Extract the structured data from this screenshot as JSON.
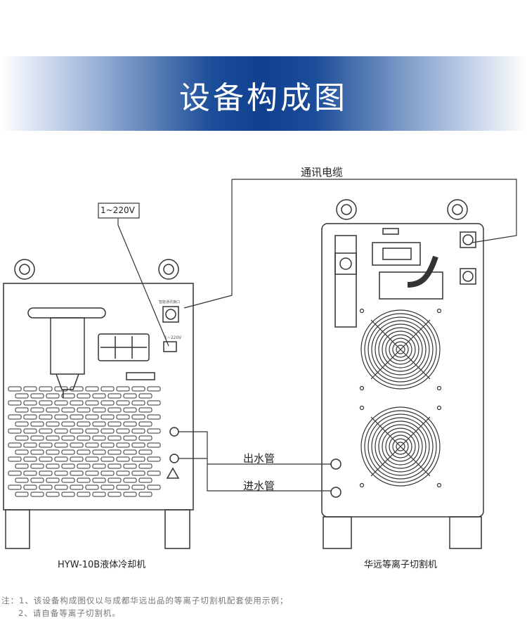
{
  "header": {
    "title": "设备构成图"
  },
  "labels": {
    "cable": "通讯电缆",
    "power": "1~220V",
    "water_out": "出水管",
    "water_in": "进水管",
    "comm_port": "智能通讯接口",
    "power_small": "1~220V"
  },
  "devices": [
    {
      "caption": "HYW-10B液体冷却机"
    },
    {
      "caption": "华远等离子切割机"
    }
  ],
  "notes": [
    "注：1、该设备构成图仅以与成都华远出品的等离子切割机配套使用示例；",
    "2、请自备等离子切割机。"
  ],
  "colors": {
    "band": "#0f3f8e",
    "line": "#333333"
  }
}
